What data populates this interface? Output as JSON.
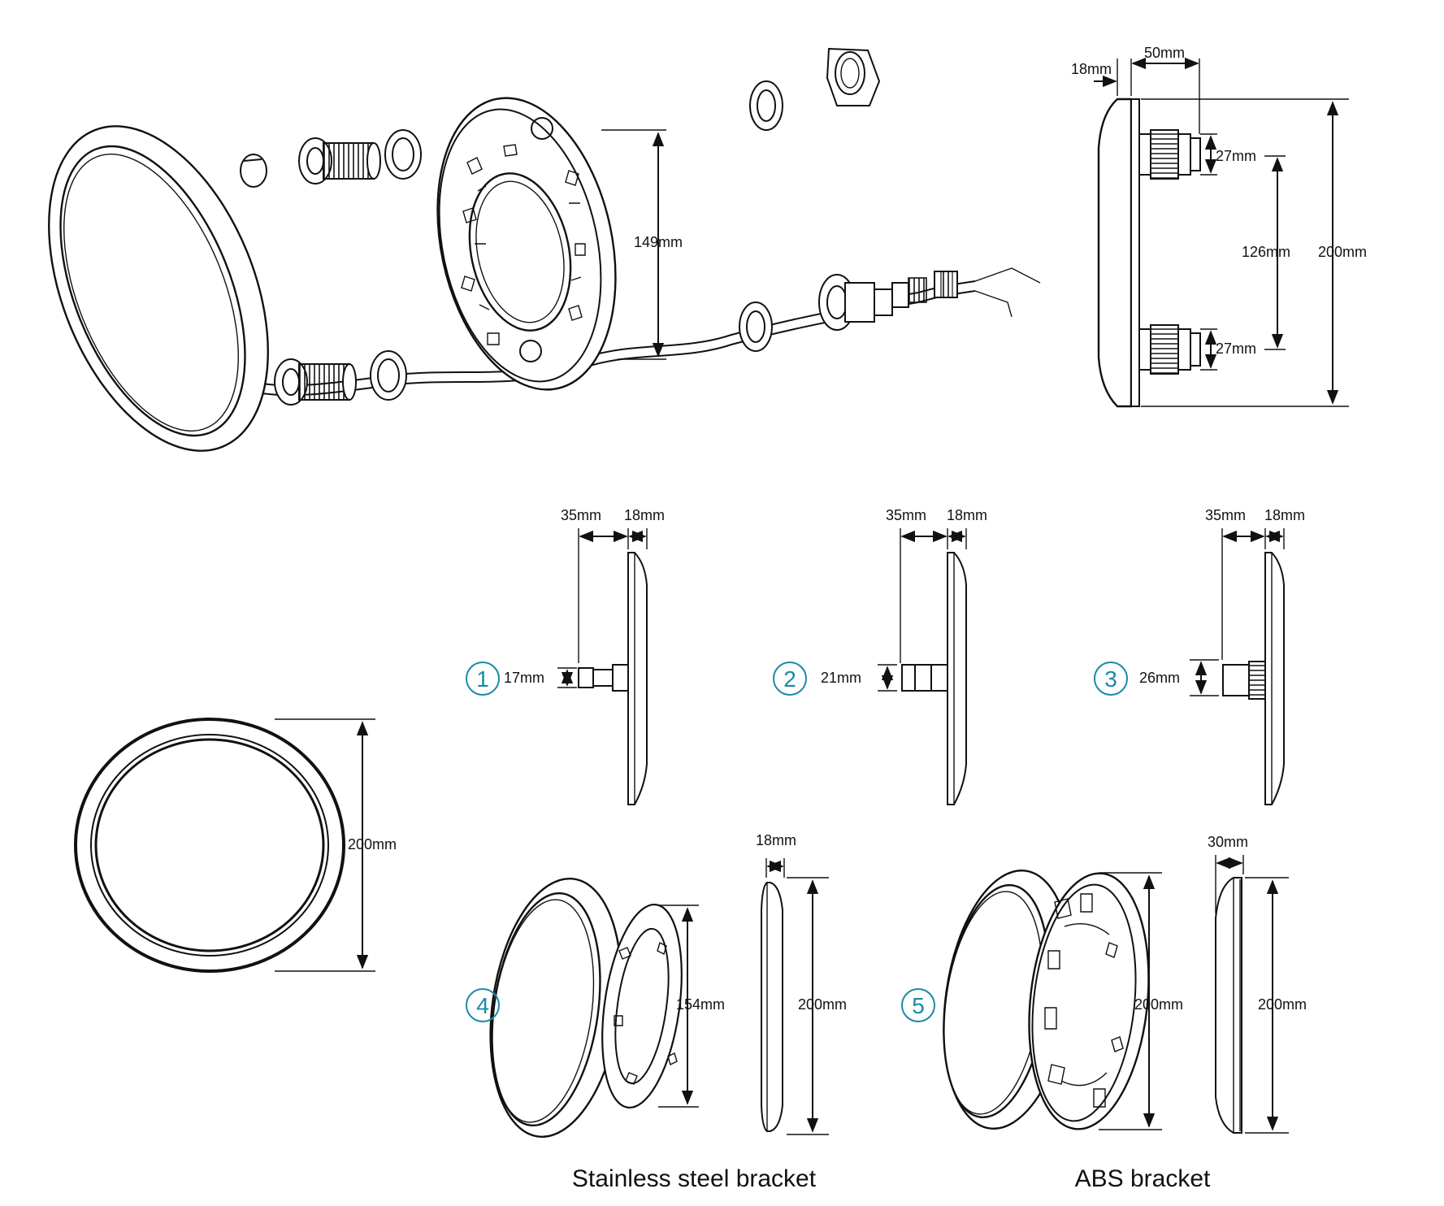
{
  "accent_color": "#1a8aa6",
  "exploded_view": {
    "height_label": "149mm"
  },
  "side_view": {
    "face_label": "18mm",
    "depth_label": "50mm",
    "nut_top_label": "27mm",
    "nut_bottom_label": "27mm",
    "spacing_label": "126mm",
    "height_label": "200mm"
  },
  "front_view": {
    "diameter_label": "200mm"
  },
  "variants": [
    {
      "number": "1",
      "depth_label": "35mm",
      "face_label": "18mm",
      "stem_label": "17mm"
    },
    {
      "number": "2",
      "depth_label": "35mm",
      "face_label": "18mm",
      "stem_label": "21mm"
    },
    {
      "number": "3",
      "depth_label": "35mm",
      "face_label": "18mm",
      "stem_label": "26mm"
    }
  ],
  "bracket_stainless": {
    "number": "4",
    "bracket_label": "154mm",
    "thickness_label": "18mm",
    "height_label": "200mm",
    "caption": "Stainless steel bracket"
  },
  "bracket_abs": {
    "number": "5",
    "bracket_label": "200mm",
    "thickness_label": "30mm",
    "height_label": "200mm",
    "caption": "ABS bracket"
  }
}
